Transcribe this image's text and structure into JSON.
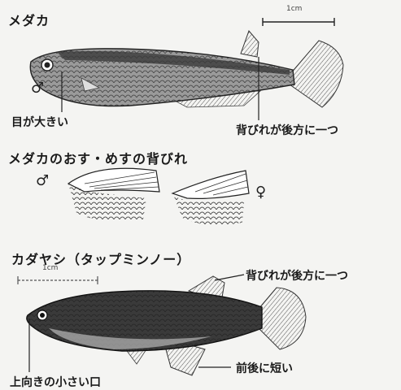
{
  "medaka": {
    "title": "メダカ",
    "scale": "1cm",
    "male_symbol": "♂",
    "label_eye": "目が大きい",
    "label_dorsal": "背びれが後方に一つ"
  },
  "fins": {
    "title": "メダカのおす・めすの背びれ",
    "male_symbol": "♂",
    "female_symbol": "♀"
  },
  "kadayashi": {
    "title": "カダヤシ（タップミンノー）",
    "scale": "1cm",
    "label_dorsal": "背びれが後方に一つ",
    "label_fins": "前後に短い",
    "label_mouth": "上向きの小さい口"
  },
  "colors": {
    "ink": "#1c1c1c",
    "paper": "#f4f4f2",
    "fish_dark": "#3a3a3a"
  }
}
